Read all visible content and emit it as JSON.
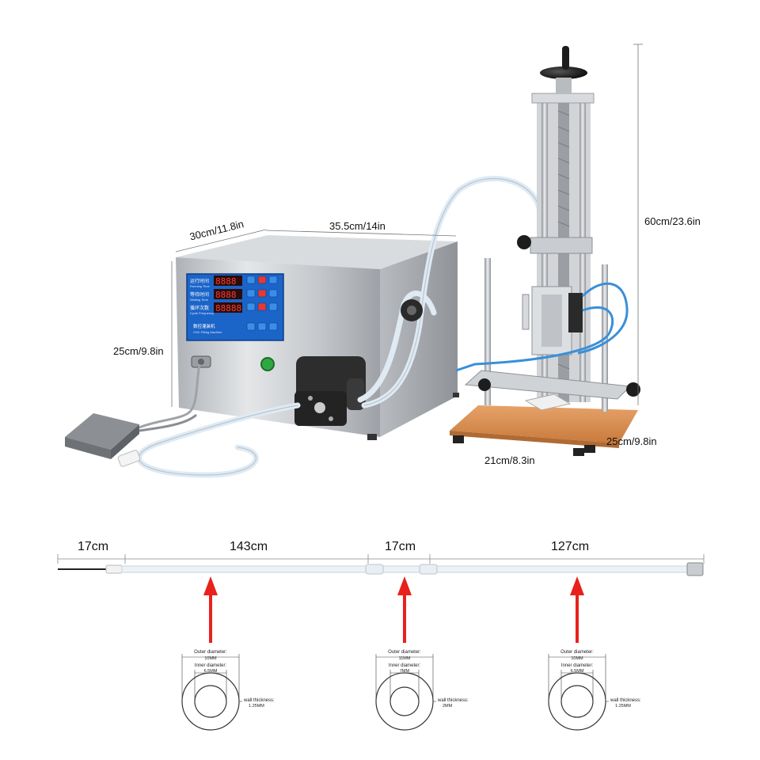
{
  "machine_dims": {
    "depth": "30cm/11.8in",
    "width": "35.5cm/14in",
    "height": "25cm/9.8in",
    "stand_height": "60cm/23.6in",
    "base_width": "21cm/8.3in",
    "base_depth": "25cm/9.8in"
  },
  "panel": {
    "rows": [
      {
        "zh": "运行时间",
        "en": "Running Time",
        "digits": "8888"
      },
      {
        "zh": "等待时间",
        "en": "Waiting Time",
        "digits": "8888"
      },
      {
        "zh": "循环次数",
        "en": "Cycle Frequency",
        "digits": "88888"
      }
    ],
    "footer_zh": "数控灌装机",
    "footer_en": "CNC Filling Machine"
  },
  "tube": {
    "segments": [
      "17cm",
      "143cm",
      "17cm",
      "127cm"
    ]
  },
  "cross_sections": [
    {
      "outer_label": "Outer diameter:",
      "outer_value": "10MM",
      "inner_label": "Inner diameter:",
      "inner_value": "6.5MM",
      "wall_label": "wall thickness:",
      "wall_value": "1.25MM"
    },
    {
      "outer_label": "Outer diameter:",
      "outer_value": "11MM",
      "inner_label": "Inner diameter:",
      "inner_value": "7MM",
      "wall_label": "wall thickness:",
      "wall_value": "2MM"
    },
    {
      "outer_label": "Outer diameter:",
      "outer_value": "10MM",
      "inner_label": "Inner diameter:",
      "inner_value": "6.5MM",
      "wall_label": "wall thickness:",
      "wall_value": "1.25MM"
    }
  ],
  "colors": {
    "arrow": "#e8211c",
    "steel": "#c9ccd0",
    "panel_blue": "#1b64c8",
    "base": "#d88a4a",
    "tube": "#dfeaf3",
    "air_hose": "#3a8fd8"
  }
}
